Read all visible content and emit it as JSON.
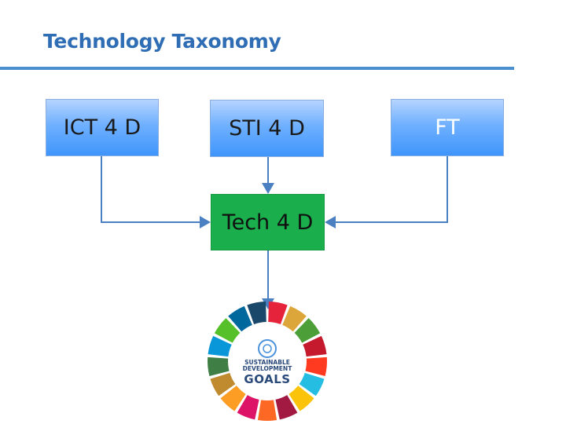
{
  "title": "Technology Taxonomy",
  "boxes": {
    "ict": "ICT 4 D",
    "sti": "STI 4 D",
    "ft": "FT",
    "tech": "Tech 4 D"
  },
  "sdg_logo": {
    "line1": "SUSTAINABLE",
    "line2": "DEVELOPMENT",
    "goals": "GOALS",
    "segment_colors": [
      "#e5243b",
      "#dda63a",
      "#4c9f38",
      "#c5192d",
      "#ff3a21",
      "#26bde2",
      "#fcc30b",
      "#a21942",
      "#fd6925",
      "#dd1367",
      "#fd9d24",
      "#bf8b2e",
      "#3f7e44",
      "#0a97d9",
      "#56c02b",
      "#00689d",
      "#19486a"
    ]
  },
  "colors": {
    "title": "#2f6eb5",
    "rule": "#4a90d0",
    "box_blue": "#3f95fb",
    "box_green": "#1aae4c",
    "connector": "#4a7fc1"
  }
}
